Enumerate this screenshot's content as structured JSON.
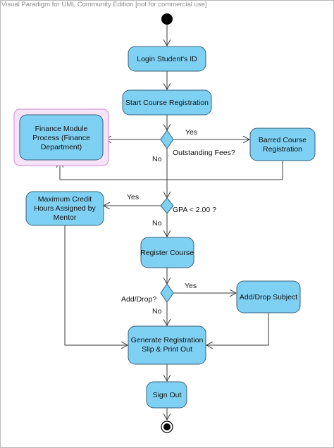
{
  "watermark": "Visual Paradigm for UML Community Edition [not for commercial use]",
  "actions": {
    "login": "Login Student's ID",
    "start_registration": "Start Course Registration",
    "finance_line1": "Finance Module",
    "finance_line2": "Process (Finance",
    "finance_line3": "Department)",
    "barred_line1": "Barred Course",
    "barred_line2": "Registration",
    "max_credit_line1": "Maximum Credit",
    "max_credit_line2": "Hours Assigned by",
    "max_credit_line3": "Mentor",
    "register_course": "Register Course",
    "add_drop_subject": "Add/Drop Subject",
    "generate_line1": "Generate Registration",
    "generate_line2": "Slip & Print Out",
    "sign_out": "Sign Out"
  },
  "decisions": {
    "fees": "Outstanding Fees?",
    "gpa": "GPA < 2.00 ?",
    "add_drop": "Add/Drop?"
  },
  "guards": {
    "fees_yes": "Yes",
    "fees_no": "No",
    "gpa_yes": "Yes",
    "gpa_no": "No",
    "add_drop_yes": "Yes",
    "add_drop_no": "No"
  }
}
